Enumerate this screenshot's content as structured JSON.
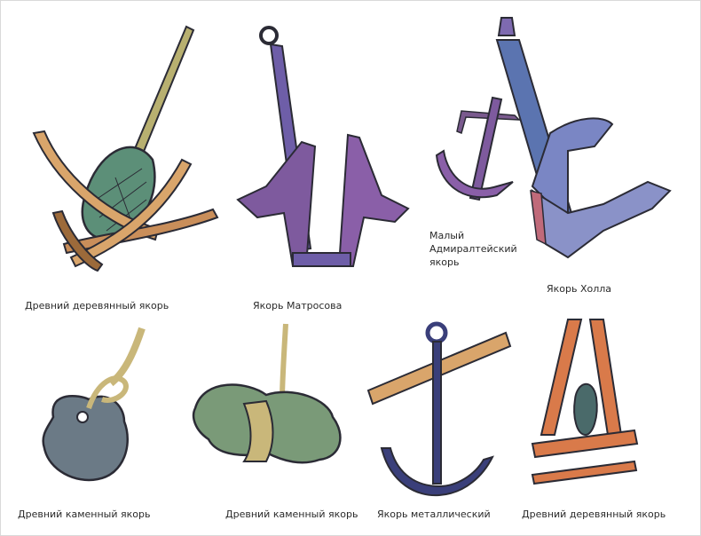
{
  "captions": {
    "wooden_ancient_1": "Древний деревянный якорь",
    "matrosov": "Якорь Матросова",
    "admiralty_small": "Малый\nАдмиралтейский\nякорь",
    "hall": "Якорь Холла",
    "stone_ancient_1": "Древний каменный якорь",
    "stone_ancient_2": "Древний каменный якорь",
    "metal": "Якорь металлический",
    "wooden_ancient_2": "Древний деревянный якорь"
  },
  "colors": {
    "wood_light": "#d9a56b",
    "wood_dark": "#9c6a3a",
    "wood_green": "#7aa06a",
    "metal_purple": "#7e5a9e",
    "metal_blue": "#5b74b0",
    "metal_dark": "#3a3f7a",
    "stone_gray": "#6b7a86",
    "stone_green": "#7a9a78",
    "rope": "#c9b77a",
    "outline": "#2b2b35"
  }
}
